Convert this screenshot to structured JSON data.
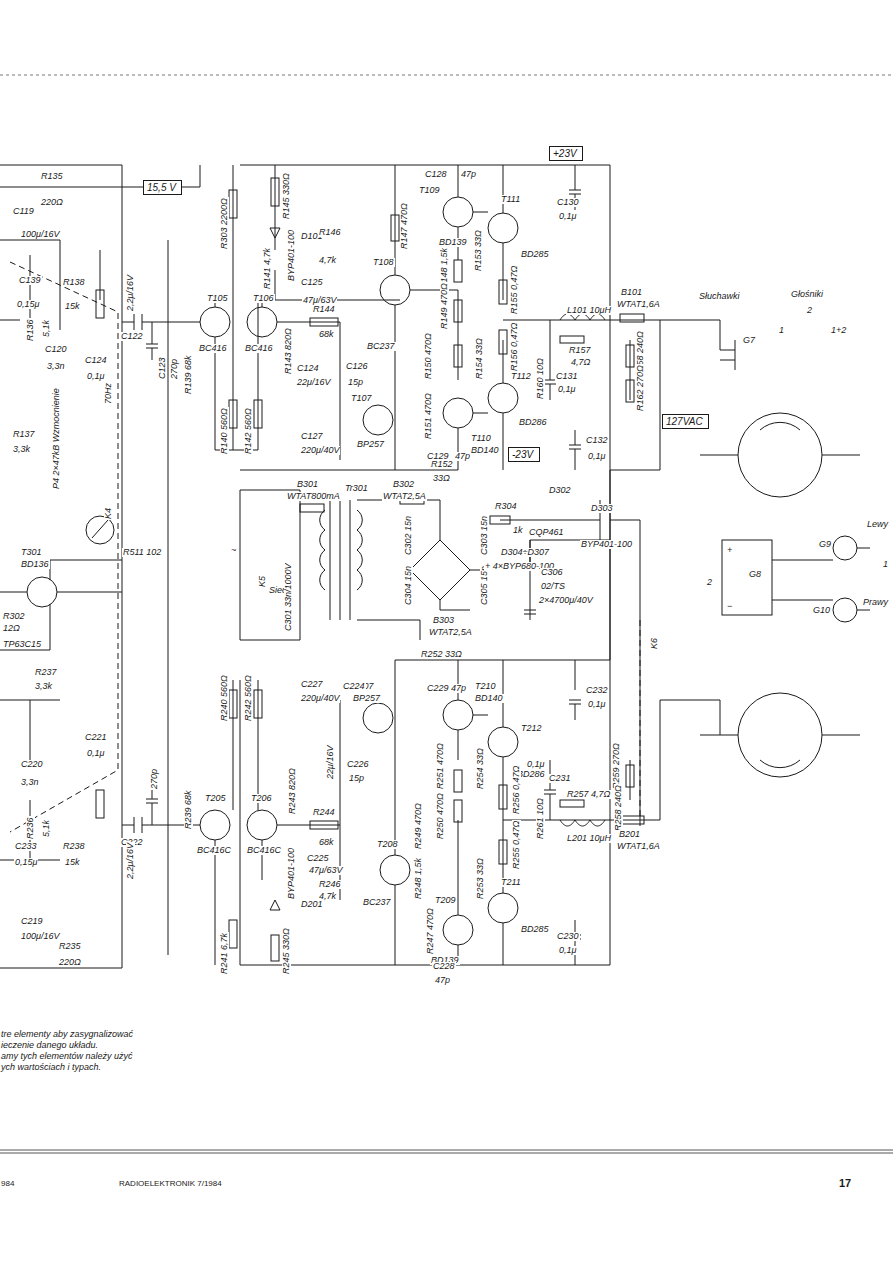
{
  "diagram": {
    "nodes": [
      {
        "text": [
          "15,5 V"
        ]
      },
      {
        "text": [
          "+23V"
        ]
      },
      {
        "text": [
          "-23V"
        ]
      },
      {
        "text": [
          "127VAC"
        ]
      }
    ],
    "labels": [
      "R135",
      "220Ω",
      "C119",
      "100μ/16V",
      "C139",
      "0,15μ",
      "R138",
      "15k",
      "R136",
      "5,1k",
      "C120",
      "3,3n",
      "C124",
      "0,1μ",
      "2,2μ/16V",
      "C122",
      "C123",
      "270p",
      "R137",
      "3,3k",
      "P4 2×47kB Wzmocnienie",
      "70Hz",
      "K4",
      "R511 102",
      "T301",
      "BD136",
      "R302",
      "12Ω",
      "TP63C15",
      "R237",
      "3,3k",
      "C220",
      "3,3n",
      "C221",
      "0,1μ",
      "R236",
      "5,1k",
      "C233",
      "0,15μ",
      "R238",
      "15k",
      "C219",
      "100μ/16V",
      "R235",
      "220Ω",
      "270p",
      "C222",
      "2,2μ/16V",
      "R303 2200Ω",
      "R145 330Ω",
      "BYP401-100",
      "D101",
      "R146",
      "4,7k",
      "R141 4,7k",
      "C125",
      "47μ/63V",
      "T108",
      "BC237",
      "R147 470Ω",
      "R148 1,5k",
      "R149 470Ω",
      "C128",
      "47p",
      "T109",
      "BD139",
      "R153 33Ω",
      "T111",
      "BD285",
      "C130",
      "0,1μ",
      "T105",
      "BC416",
      "T106",
      "BC416",
      "R144",
      "68k",
      "R143 820Ω",
      "C124",
      "22μ/16V",
      "C126",
      "15p",
      "R139 68k",
      "T107",
      "BP257",
      "R140 560Ω",
      "R142 560Ω",
      "C127",
      "220μ/40V",
      "R150 470Ω",
      "R151 470Ω",
      "R155 0,47Ω",
      "R156 0,47Ω",
      "L101 10μH",
      "B101",
      "WTAT1,6A",
      "R157",
      "4,7Ω",
      "R160 10Ω",
      "C131",
      "0,1μ",
      "R154 33Ω",
      "T110",
      "BD140",
      "T112",
      "BD286",
      "R158 240Ω",
      "R162 270Ω",
      "C129",
      "47p",
      "C132",
      "0,1μ",
      "R152",
      "33Ω",
      "Słuchawki",
      "G7",
      "Głośniki",
      "2",
      "1",
      "1+2",
      "B301",
      "WTAT800mA",
      "~",
      "K5",
      "Sieć",
      "C301 33n/1000V",
      "Tr301",
      "B302",
      "WTAT2,5A",
      "R304",
      "1k",
      "D302",
      "CQP461",
      "D303",
      "BYP401-100",
      "C302 15n",
      "C303 15n",
      "C304 15n",
      "C305 15n",
      "D304÷D307",
      "+ 4×BYP680-100",
      "B303",
      "WTAT2,5A",
      "C306",
      "02/TS",
      "2×4700μ/40V",
      "K6",
      "Lewy",
      "G9",
      "1",
      "Prawy",
      "G10",
      "G8",
      "2",
      "+",
      "−",
      "R252 33Ω",
      "R240 560Ω",
      "R242 560Ω",
      "C227",
      "220μ/40V",
      "T207",
      "BP257",
      "C229",
      "47p",
      "T210",
      "BD140",
      "T212",
      "BD286",
      "C232",
      "0,1μ",
      "R251 470Ω",
      "R250 470Ω",
      "R254 33Ω",
      "0,1μ",
      "C231",
      "R261 10Ω",
      "R259 270Ω",
      "R258 240Ω",
      "B201",
      "WTAT1,6A",
      "R257 4,7Ω",
      "L201 10μH",
      "R256 0,47Ω",
      "R255 0,47Ω",
      "22μ/16V",
      "C224",
      "R243 820Ω",
      "C226",
      "15p",
      "T205",
      "BC416C",
      "T206",
      "BC416C",
      "R239 68k",
      "R244",
      "68k",
      "T208",
      "BC237",
      "R249 470Ω",
      "R248 1,5k",
      "C225",
      "47μ/63V",
      "R246",
      "4,7k",
      "BYP401-100",
      "D201",
      "R245 330Ω",
      "R241 6,7k",
      "R247 470Ω",
      "T209",
      "BD139",
      "R253 33Ω",
      "T211",
      "BD285",
      "C228",
      "47p",
      "C230",
      "0,1μ",
      "tre elementy aby zasygnalizować",
      "ieczenie danego układu.",
      "amy tych elementów należy użyć",
      "ych wartościach i typach.",
      "984",
      "RADIOELEKTRONIK 7/1984",
      "17"
    ]
  }
}
